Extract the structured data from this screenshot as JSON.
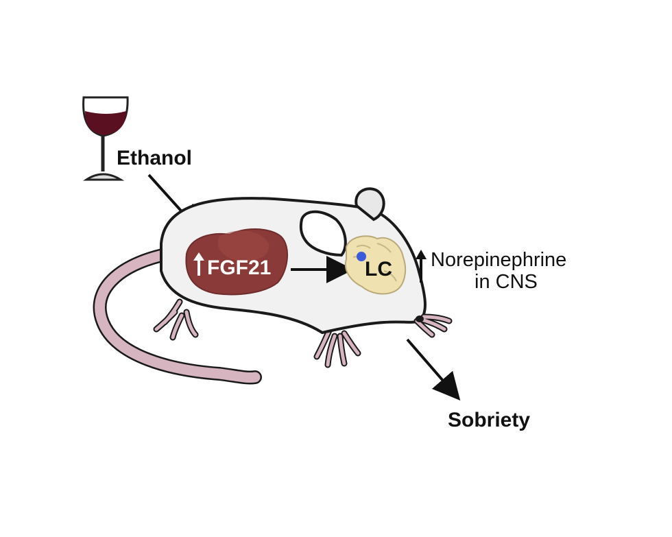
{
  "labels": {
    "ethanol": "Ethanol",
    "fgf21": "FGF21",
    "lc": "LC",
    "norepinephrine_line1": "Norepinephrine",
    "norepinephrine_line2": "in CNS",
    "sobriety": "Sobriety"
  },
  "icons": {
    "wine": "wine-glass-icon",
    "mouse": "mouse-illustration",
    "liver": "liver-icon",
    "brain": "brain-icon",
    "up_arrow": "up-arrow-icon"
  },
  "colors": {
    "wine": "#5a1020",
    "liver": "#8b3a3a",
    "liver_highlight": "#9e4a45",
    "brain": "#efe1b0",
    "lc_dot": "#3b5bdb",
    "mouse_body": "#f1f1f1",
    "tail_paws": "#d6b4c0",
    "outline": "#1a1a1a"
  }
}
